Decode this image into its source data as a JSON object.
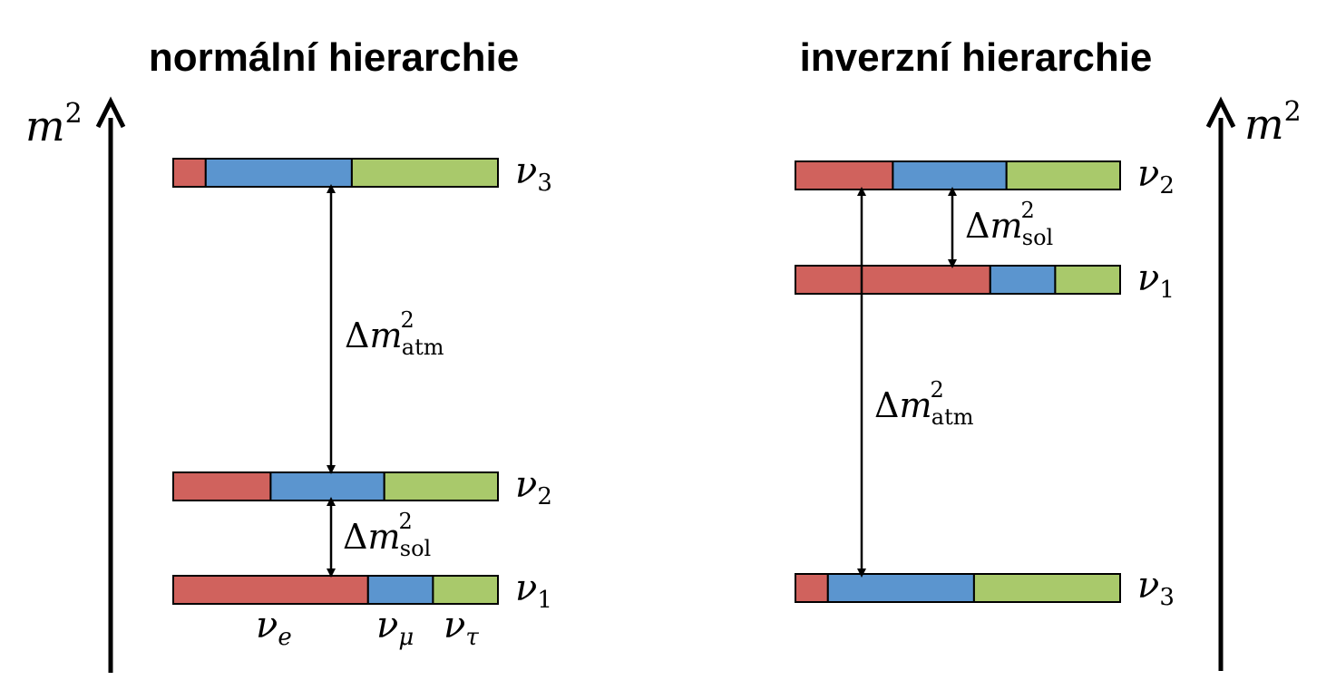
{
  "titles": {
    "normal": "normální hierarchie",
    "inverted": "inverzní hierarchie"
  },
  "axis_label": {
    "base": "m",
    "exp": "2"
  },
  "delta": {
    "symbol": "Δ",
    "m": "m",
    "exp": "2",
    "atm": "atm",
    "sol": "sol"
  },
  "states": {
    "nu": "ν",
    "nu1_sub": "1",
    "nu2_sub": "2",
    "nu3_sub": "3"
  },
  "flavors": {
    "e_sub": "e",
    "mu_sub": "μ",
    "tau_sub": "τ"
  },
  "colors": {
    "electron": "#d0625d",
    "muon": "#5b95cf",
    "tau": "#a9c96b",
    "outline": "#000000"
  },
  "mixing": {
    "nu3": [
      0.1,
      0.45,
      0.45
    ],
    "nu2": [
      0.3,
      0.35,
      0.35
    ],
    "nu1": [
      0.6,
      0.2,
      0.2
    ]
  }
}
